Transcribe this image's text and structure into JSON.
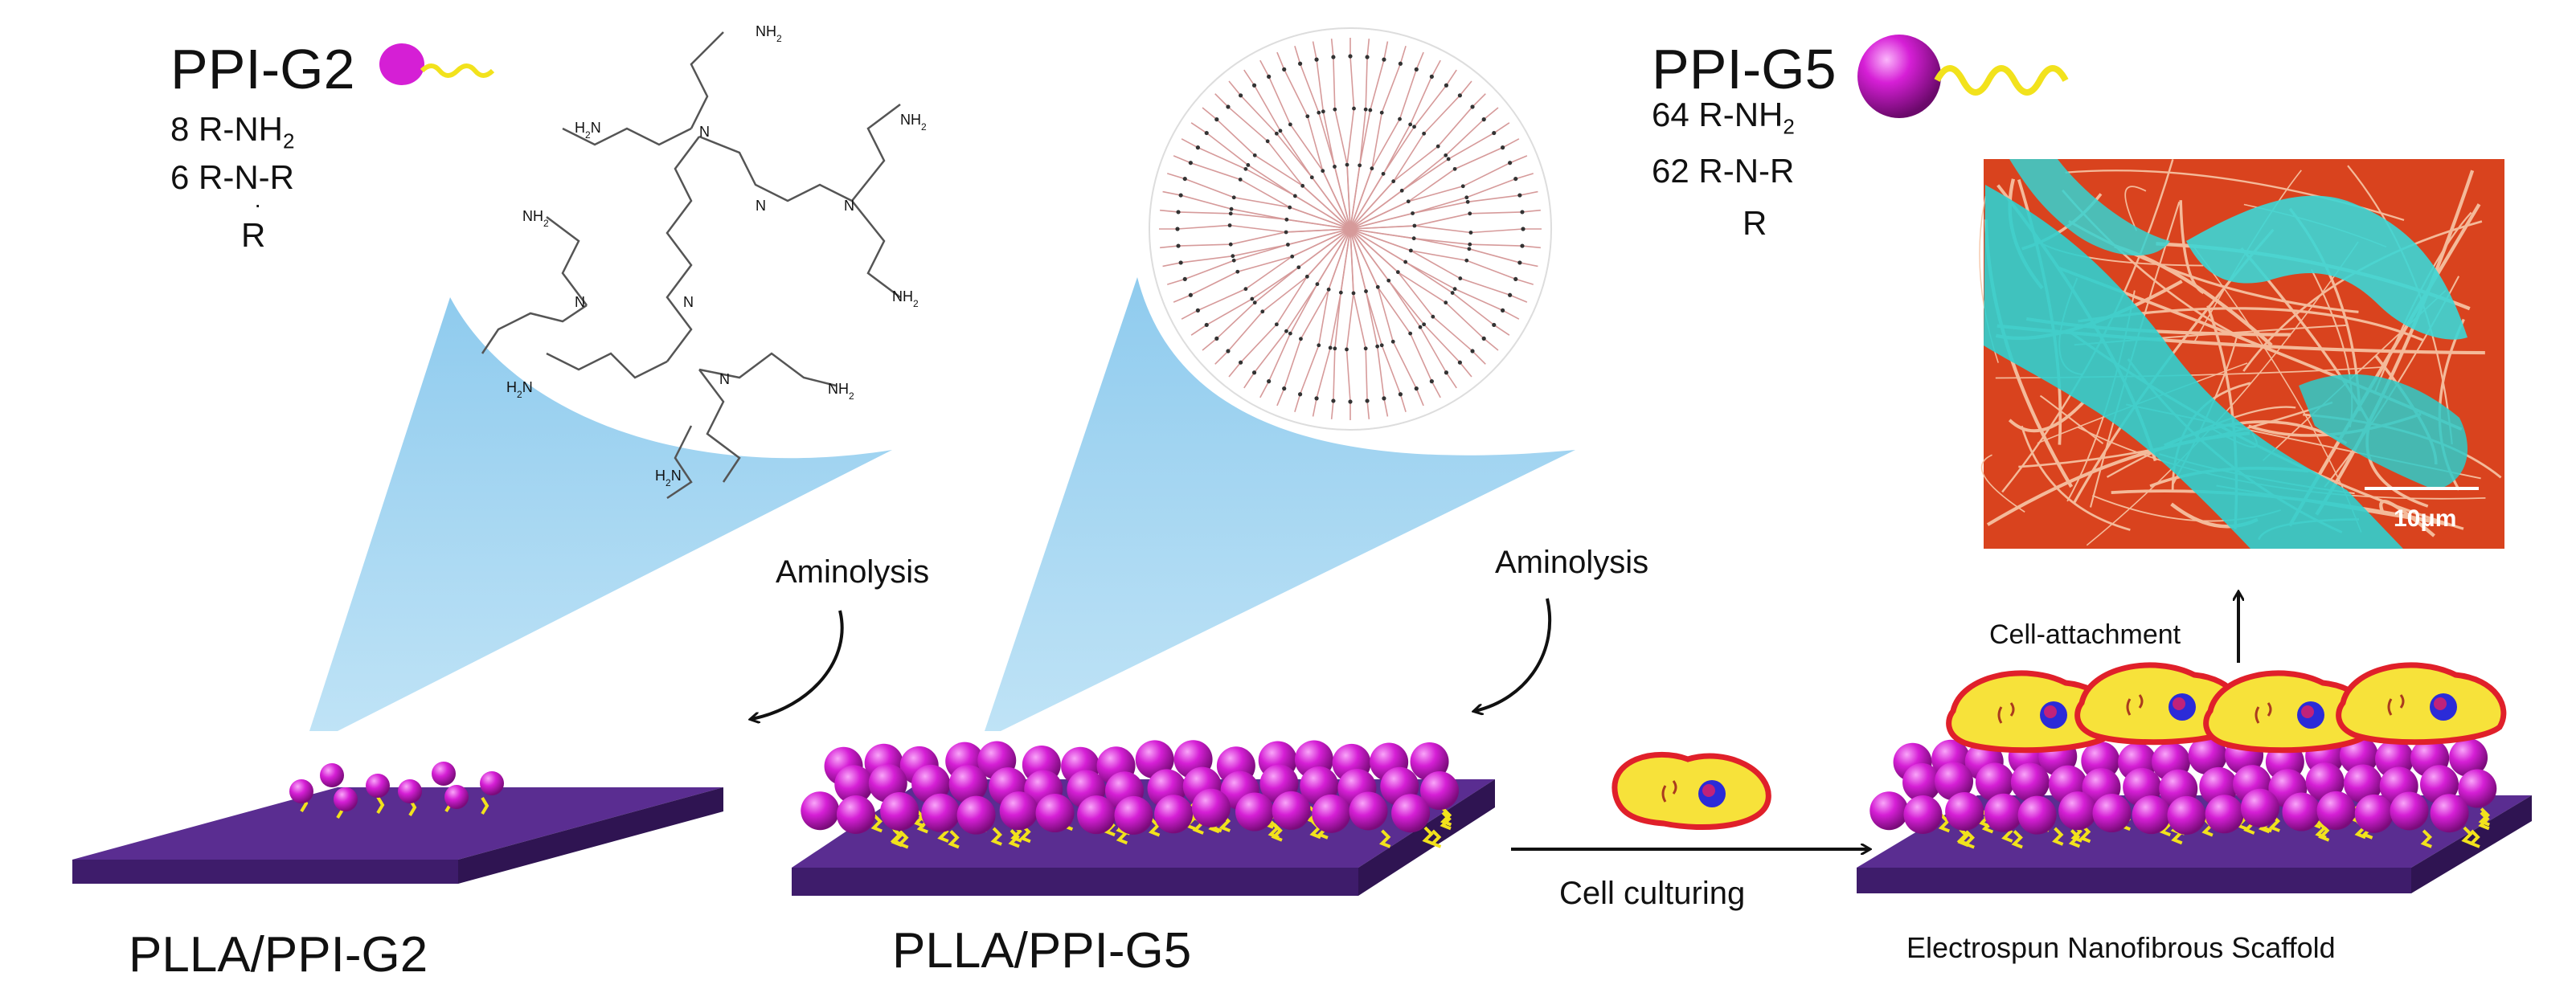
{
  "g2": {
    "title": "PPI-G2",
    "amine_count": "8 R-NH",
    "amine_sub": "2",
    "tertiary": "6 R-N-R",
    "r_branch": "R",
    "caption": "PLLA/PPI-G2",
    "structure_nh2_label": "NH",
    "structure_h2n_label": "H",
    "structure_n_label": "N"
  },
  "g5": {
    "title": "PPI-G5",
    "amine_count": "64 R-NH",
    "amine_sub": "2",
    "tertiary": "62 R-N-R",
    "r_branch": "R",
    "caption": "PLLA/PPI-G5"
  },
  "steps": {
    "aminolysis_1": "Aminolysis",
    "aminolysis_2": "Aminolysis",
    "cell_culturing": "Cell culturing",
    "cell_attachment": "Cell-attachment"
  },
  "scaffold": {
    "caption": "Electrospun Nanofibrous Scaffold"
  },
  "sem": {
    "scale_bar": "10μm"
  },
  "colors": {
    "substrate": "#5a2d91",
    "substrate_dark": "#3e1c6b",
    "sphere": "#d21fd2",
    "chain": "#f2e21c",
    "cone": "#a8d8f0",
    "cell_fill": "#f7e23a",
    "cell_border": "#e0202a",
    "fiber_bg": "#e8502a",
    "cell_sem": "#2ecfcf"
  }
}
